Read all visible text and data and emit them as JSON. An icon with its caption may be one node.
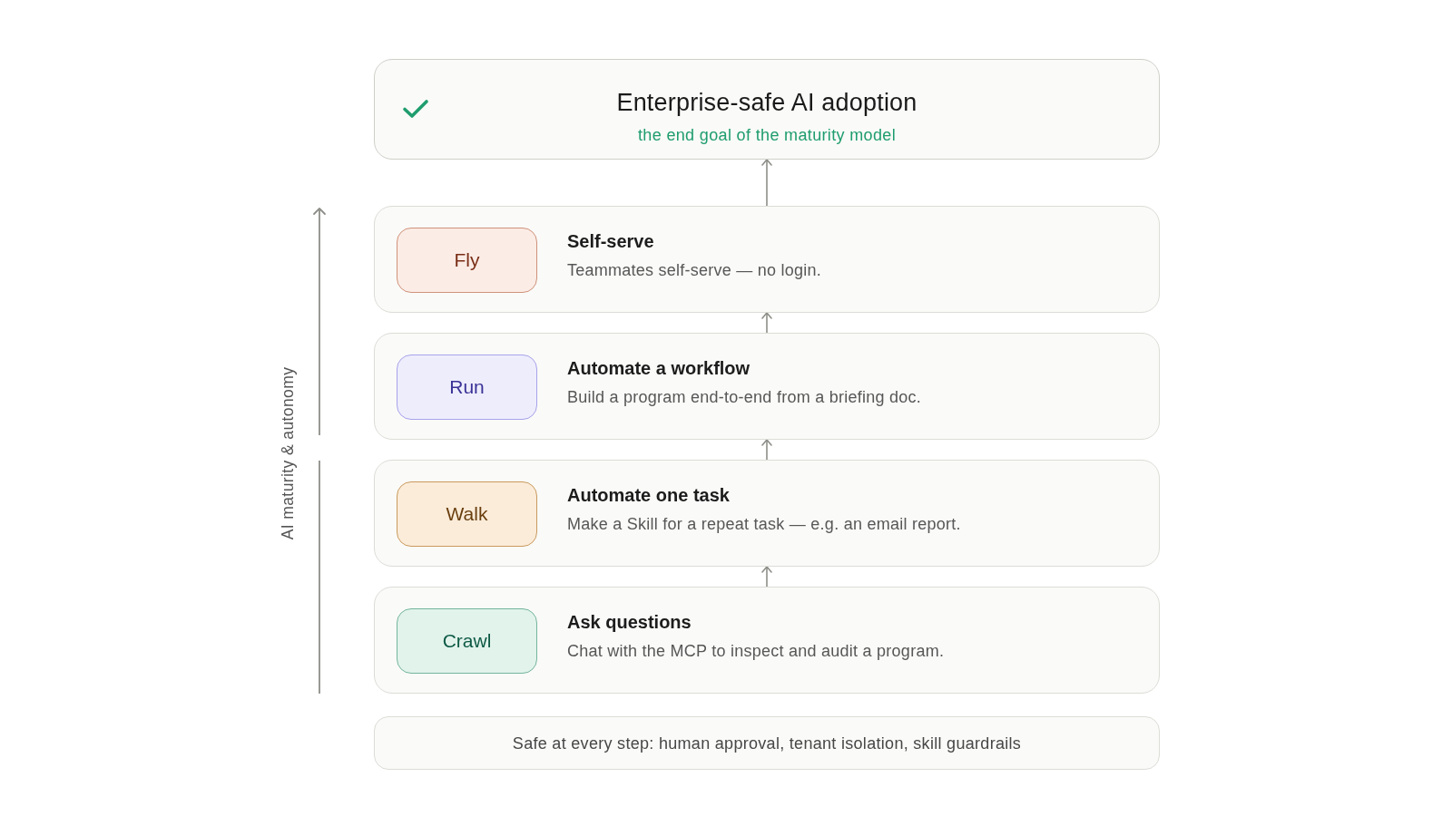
{
  "diagram": {
    "nodes": [
      {
        "text": [
          "Enterprise-safe AI adoption",
          "the end goal of the maturity model"
        ]
      },
      {
        "text": [
          "Self-serve",
          "Teammates self-serve — no login."
        ]
      },
      {
        "text": [
          "Fly"
        ],
        "in": 1
      },
      {
        "text": [
          "Automate a workflow",
          "Build a program end-to-end from a briefing doc."
        ]
      },
      {
        "text": [
          "Run"
        ],
        "in": 3
      },
      {
        "text": [
          "Automate one task",
          "Make a Skill for a repeat task — e.g. an email report."
        ]
      },
      {
        "text": [
          "Walk"
        ],
        "in": 5
      },
      {
        "text": [
          "Ask questions",
          "Chat with the MCP to inspect and audit a program."
        ]
      },
      {
        "text": [
          "Crawl"
        ],
        "in": 7
      },
      {
        "text": [
          "Safe at every step: human approval, tenant isolation, skill guardrails"
        ]
      }
    ],
    "edges": [
      {
        "from": 1,
        "to": 0,
        "arrow": "to"
      },
      {
        "from": 3,
        "to": 1,
        "arrow": "to"
      },
      {
        "from": 5,
        "to": 3,
        "arrow": "to"
      },
      {
        "from": 7,
        "to": 5,
        "arrow": "to"
      }
    ],
    "labels": [
      "AI maturity & autonomy"
    ]
  }
}
